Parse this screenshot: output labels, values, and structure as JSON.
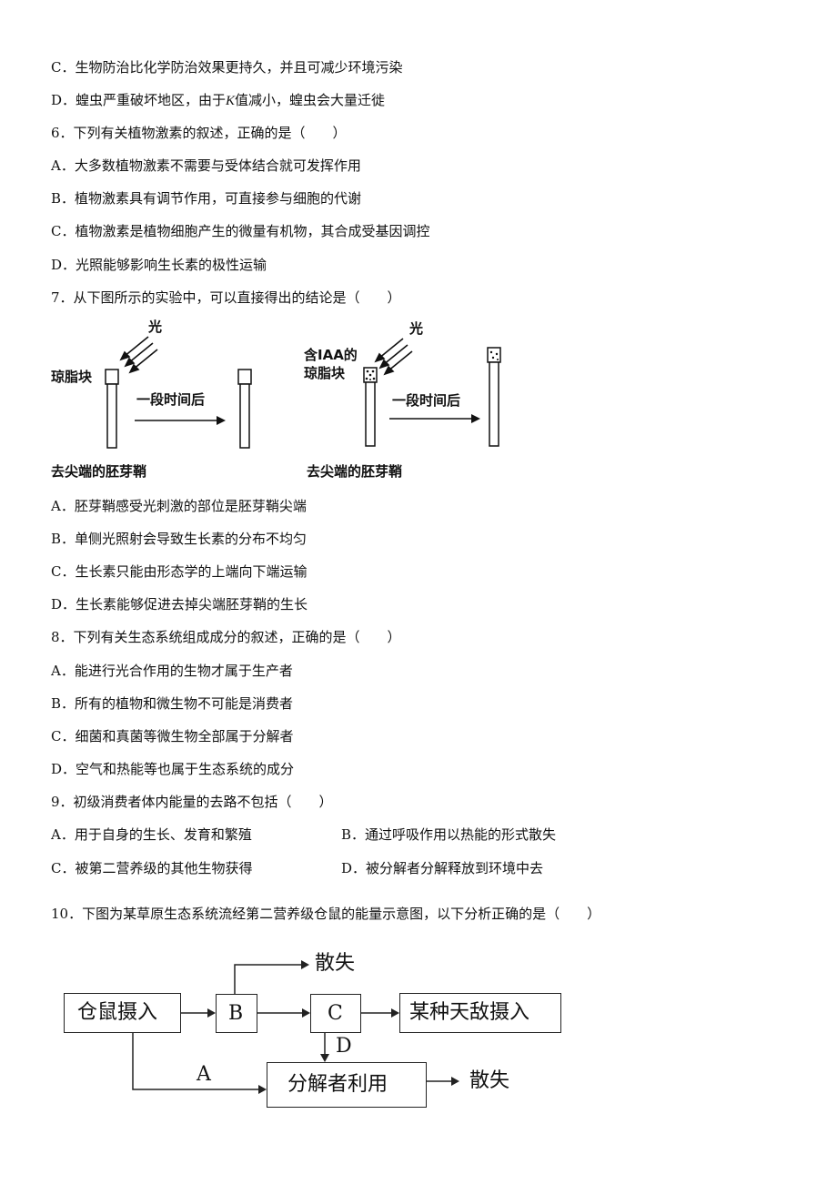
{
  "lines": {
    "q5c": "C．生物防治比化学防治效果更持久，并且可减少环境污染",
    "q5d_pre": "D．蝗虫严重破坏地区，由于",
    "q5d_k": "K",
    "q5d_post": "值减小，蝗虫会大量迁徙",
    "q6": "6．下列有关植物激素的叙述，正确的是（　　）",
    "q6a": "A．大多数植物激素不需要与受体结合就可发挥作用",
    "q6b": "B．植物激素具有调节作用，可直接参与细胞的代谢",
    "q6c": "C．植物激素是植物细胞产生的微量有机物，其合成受基因调控",
    "q6d": "D．光照能够影响生长素的极性运输",
    "q7": "7．从下图所示的实验中，可以直接得出的结论是（　　）",
    "q7a": "A．胚芽鞘感受光刺激的部位是胚芽鞘尖端",
    "q7b": "B．单侧光照射会导致生长素的分布不均匀",
    "q7c": "C．生长素只能由形态学的上端向下端运输",
    "q7d": "D．生长素能够促进去掉尖端胚芽鞘的生长",
    "q8": "8．下列有关生态系统组成成分的叙述，正确的是（　　）",
    "q8a": "A．能进行光合作用的生物才属于生产者",
    "q8b": "B．所有的植物和微生物不可能是消费者",
    "q8c": "C．细菌和真菌等微生物全部属于分解者",
    "q8d": "D．空气和热能等也属于生态系统的成分",
    "q9": "9．初级消费者体内能量的去路不包括（　　）",
    "q9a": "A．用于自身的生长、发育和繁殖",
    "q9b": "B．通过呼吸作用以热能的形式散失",
    "q9c": "C．被第二营养级的其他生物获得",
    "q9d": "D．被分解者分解释放到环境中去",
    "q10": "10．下图为某草原生态系统流经第二营养级仓鼠的能量示意图，以下分析正确的是（　　）"
  },
  "fig7": {
    "light": "光",
    "agar": "琼脂块",
    "iaa_line1": "含IAA的",
    "iaa_line2": "琼脂块",
    "after": "一段时间后",
    "coleoptile": "去尖端的胚芽鞘"
  },
  "fig10": {
    "intake": "仓鼠摄入",
    "b": "B",
    "c": "C",
    "enemy": "某种天敌摄入",
    "decomposer": "分解者利用",
    "loss_top": "散失",
    "loss_right": "散失",
    "label_a": "A",
    "label_d": "D"
  }
}
